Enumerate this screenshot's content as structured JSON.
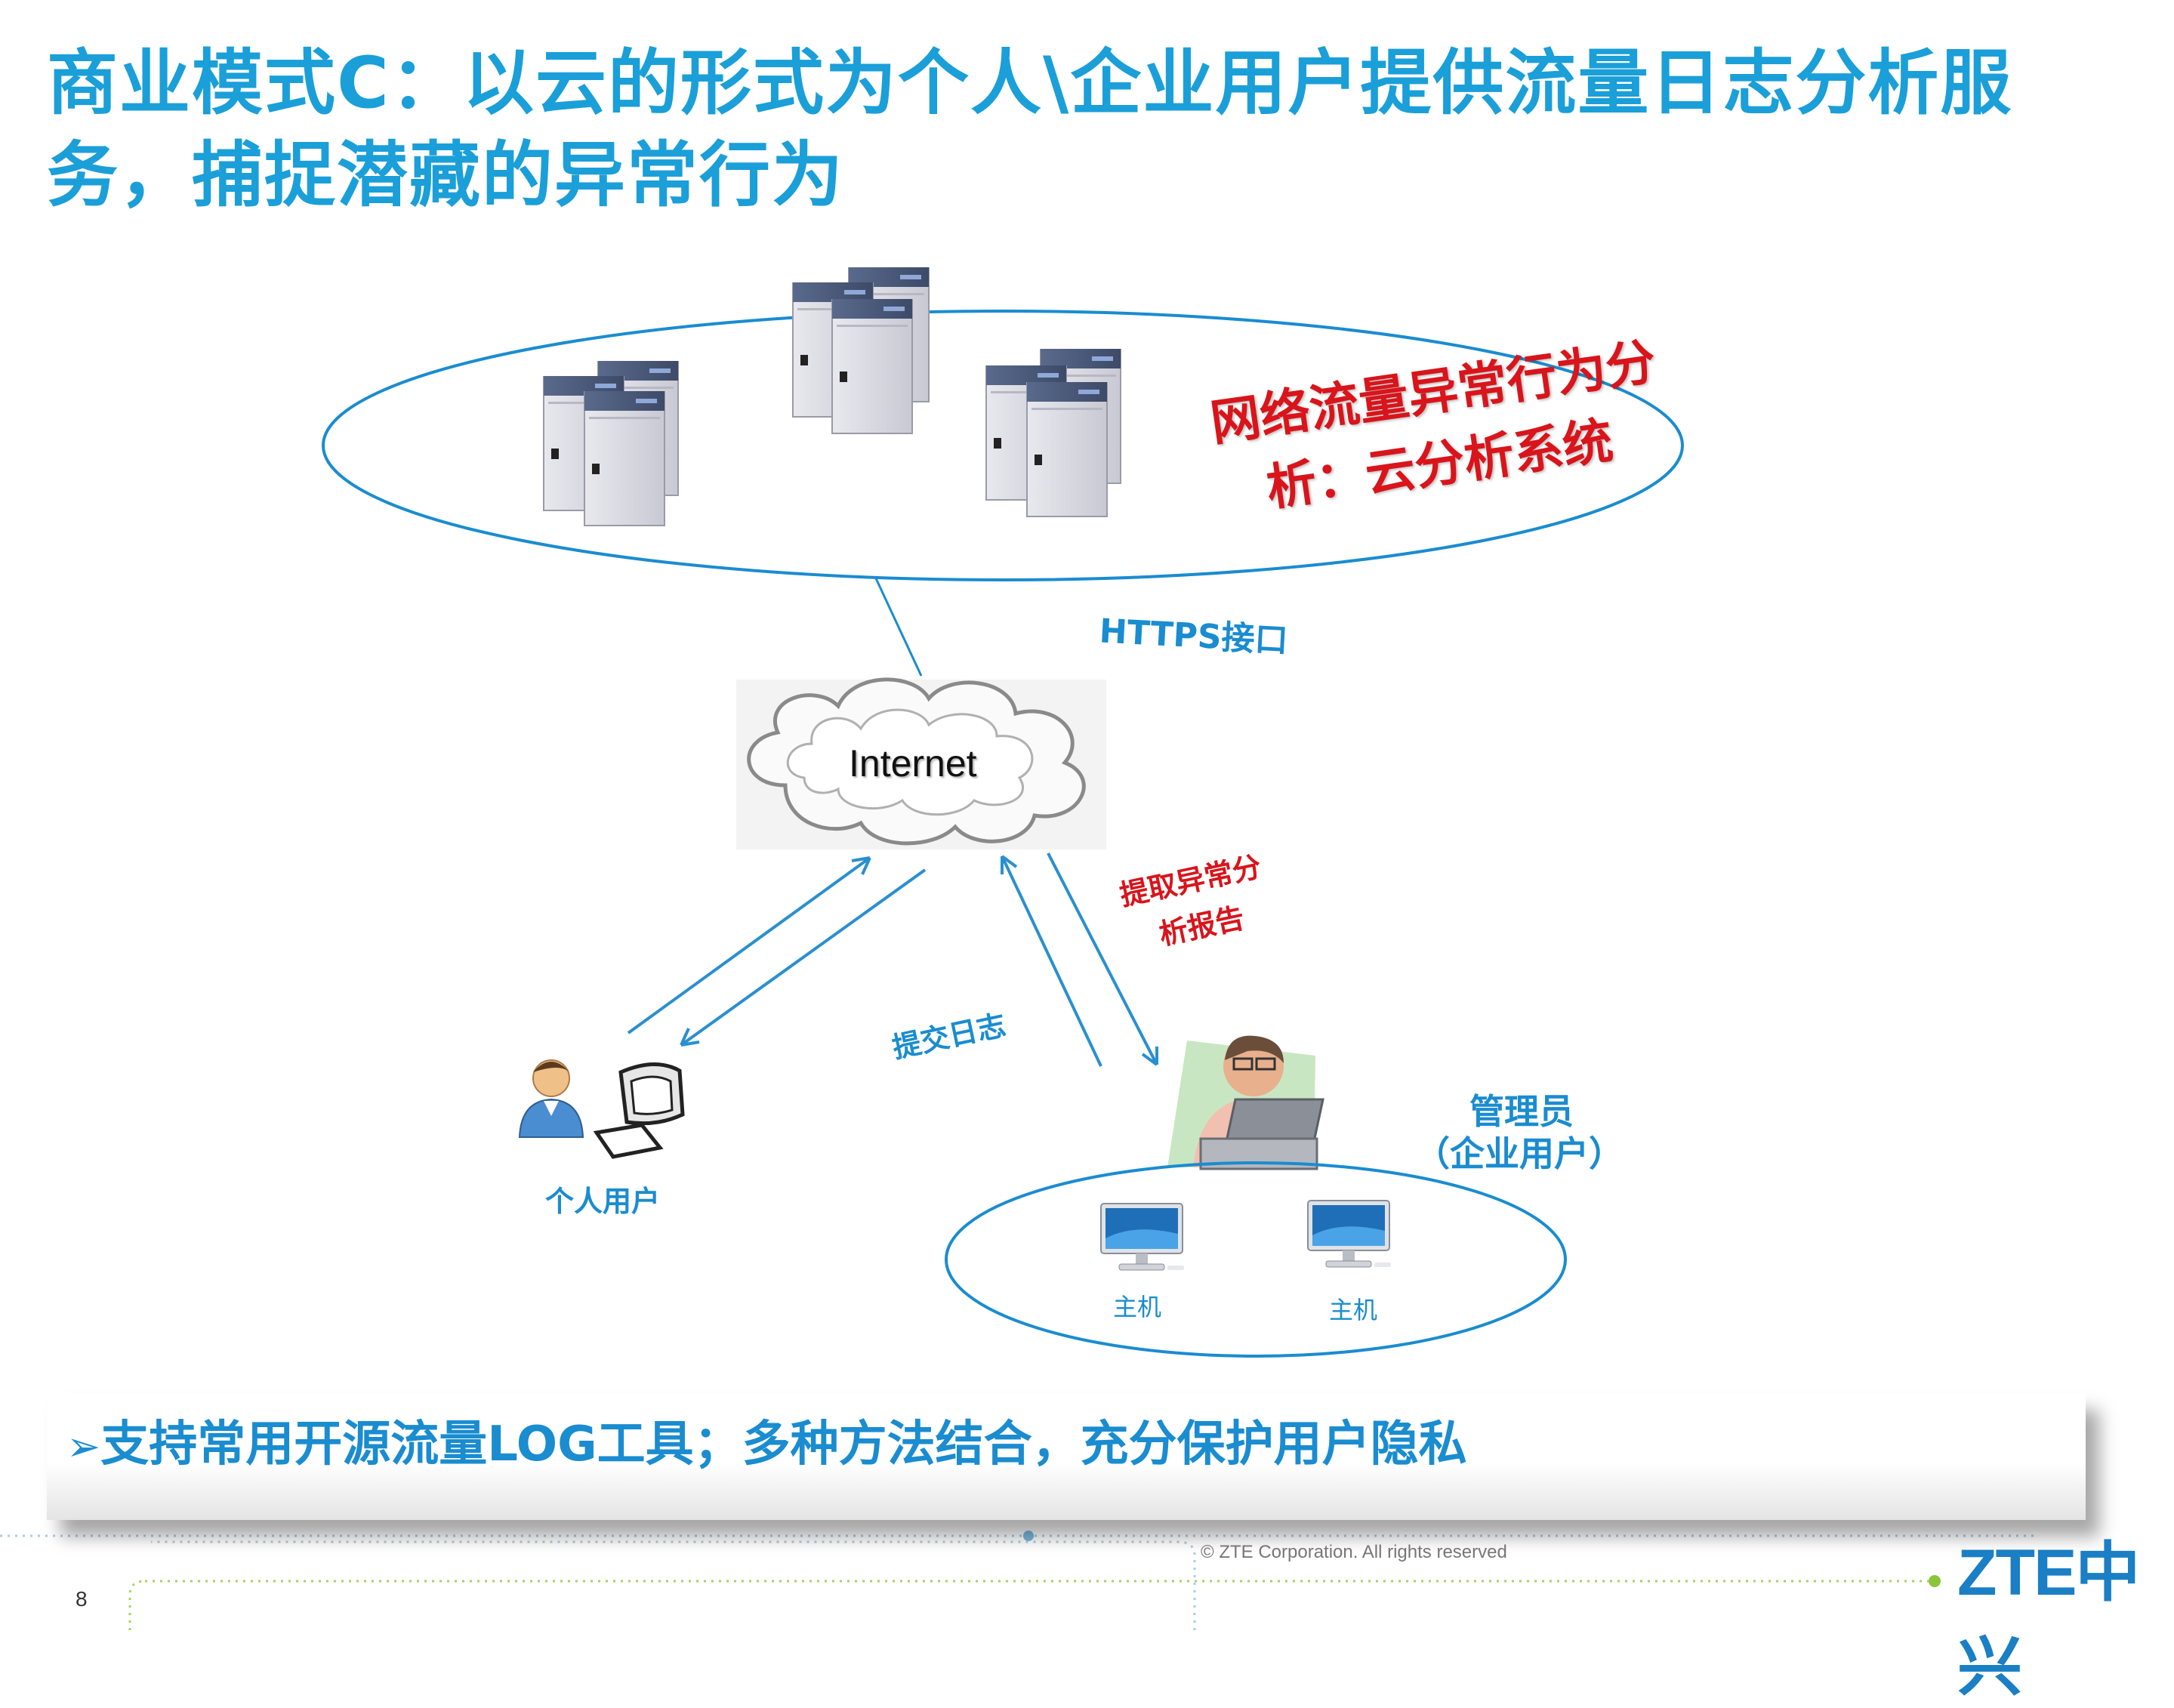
{
  "slide": {
    "title": "商业模式C：以云的形式为个人\\企业用户提供流量日志分析服务，捕捉潜藏的异常行为",
    "cloud_system_label_line1": "网络流量异常行为分",
    "cloud_system_label_line2": "析：云分析系统",
    "https_label": "HTTPS接口",
    "internet_label": "Internet",
    "extract_report_line1": "提取异常分",
    "extract_report_line2": "析报告",
    "submit_log_label": "提交日志",
    "personal_user_label": "个人用户",
    "admin_label_line1": "管理员",
    "admin_label_line2": "（企业用户）",
    "host1_label": "主机",
    "host2_label": "主机",
    "bullet_text": "支持常用开源流量LOG工具；多种方法结合，充分保护用户隐私",
    "copyright": "© ZTE Corporation. All rights reserved",
    "page_number": "8",
    "logo_text": "ZTE中兴"
  },
  "colors": {
    "title_blue": "#1a9fd9",
    "label_blue": "#1a8cd0",
    "accent_red": "#d9141b",
    "line_blue": "#2a8fd0"
  }
}
